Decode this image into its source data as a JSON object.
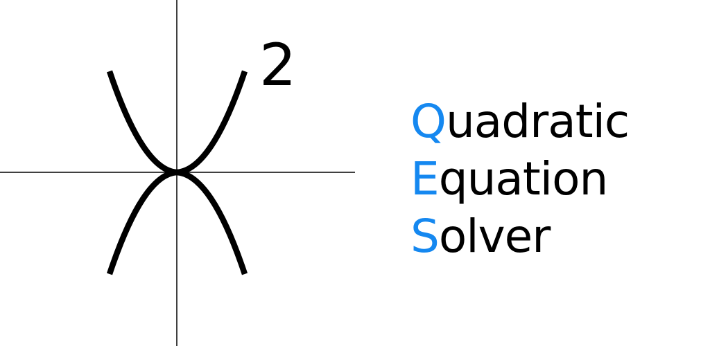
{
  "logo": {
    "exponent": "2",
    "accent_color": "#1588f0",
    "text_color": "#000000",
    "axis_color": "#000000"
  },
  "title": {
    "lines": [
      {
        "initial": "Q",
        "rest": "uadratic"
      },
      {
        "initial": "E",
        "rest": "quation"
      },
      {
        "initial": "S",
        "rest": "olver"
      }
    ]
  }
}
